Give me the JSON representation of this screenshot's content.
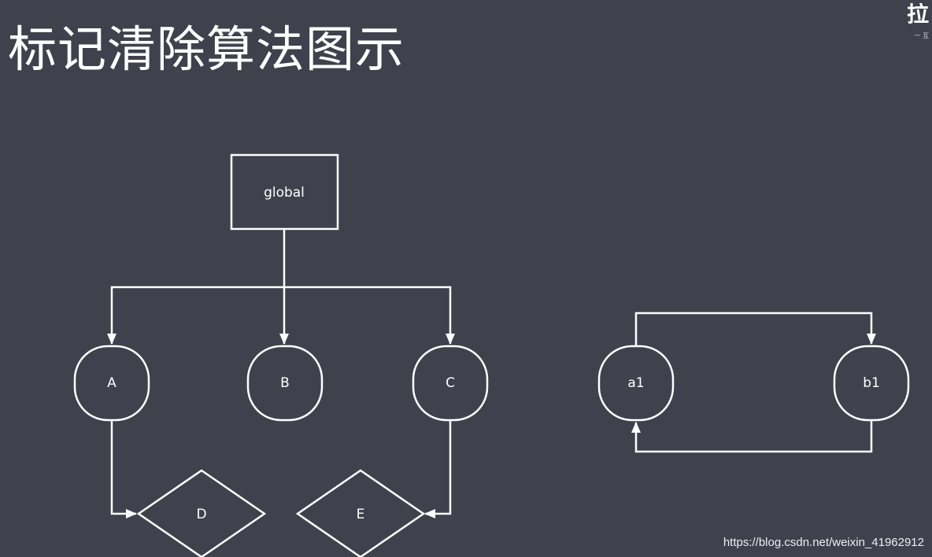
{
  "slide": {
    "title": "标记清除算法图示"
  },
  "logo": {
    "main": "拉",
    "sub": "一 互"
  },
  "diagram": {
    "nodes": {
      "global": "global",
      "A": "A",
      "B": "B",
      "C": "C",
      "D": "D",
      "E": "E",
      "a1": "a1",
      "b1": "b1"
    },
    "edges": [
      {
        "from": "global",
        "to": "A"
      },
      {
        "from": "global",
        "to": "B"
      },
      {
        "from": "global",
        "to": "C"
      },
      {
        "from": "A",
        "to": "D"
      },
      {
        "from": "C",
        "to": "E"
      },
      {
        "from": "a1",
        "to": "b1"
      },
      {
        "from": "b1",
        "to": "a1"
      }
    ],
    "colors": {
      "background": "#41414d",
      "stroke": "#ffffff"
    }
  },
  "watermark": "https://blog.csdn.net/weixin_41962912"
}
